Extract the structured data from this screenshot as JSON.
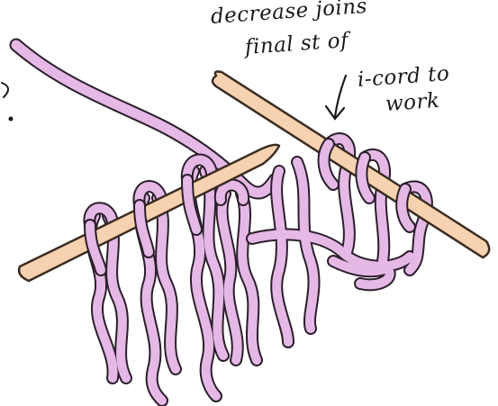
{
  "annotation": {
    "lines": [
      "decrease joins",
      "final st of",
      "i-cord to",
      "work"
    ]
  },
  "colors": {
    "yarn_fill": "#e5b8e6",
    "yarn_outline": "#2a1f2a",
    "needle_fill": "#f6d2b0",
    "needle_outline": "#3a2c22",
    "ink": "#1a1a1a",
    "background": "#ffffff"
  },
  "illustration": {
    "subject": "knitting-needles-with-i-cord-stitches",
    "icons": [
      "arrow-down-icon",
      "knitting-needle-icon",
      "yarn-strand-icon"
    ]
  }
}
